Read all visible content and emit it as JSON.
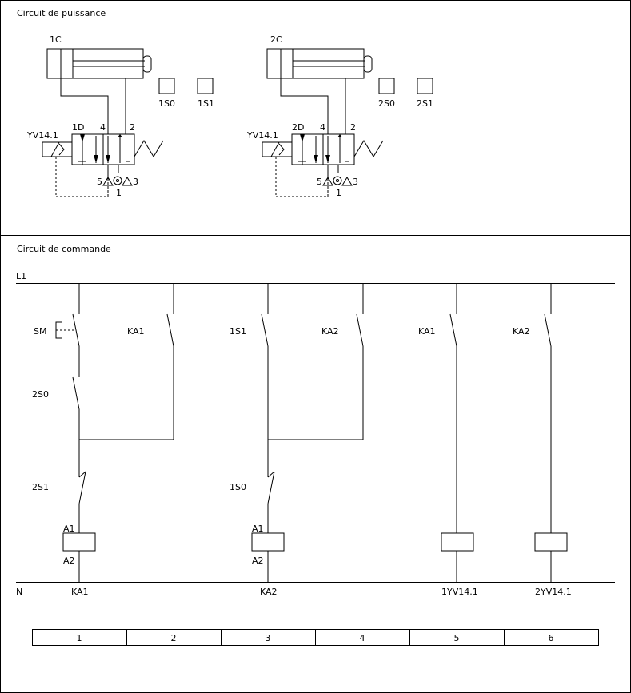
{
  "power_circuit": {
    "title": "Circuit de puissance",
    "cylinders": [
      {
        "id": "1C",
        "sensor_retracted": "1S0",
        "sensor_extended": "1S1",
        "solenoid": "YV14.1",
        "port_a": "1D",
        "port_b": "4",
        "port_c": "2",
        "exhaust_left": "5",
        "exhaust_right": "3",
        "supply": "1"
      },
      {
        "id": "2C",
        "sensor_retracted": "2S0",
        "sensor_extended": "2S1",
        "solenoid": "YV14.1",
        "port_a": "2D",
        "port_b": "4",
        "port_c": "2",
        "exhaust_left": "5",
        "exhaust_right": "3",
        "supply": "1"
      }
    ]
  },
  "control_circuit": {
    "title": "Circuit de commande",
    "rail_top": "L1",
    "rail_bottom": "N",
    "rung1": {
      "start_button": "SM",
      "hold_contact": "KA1",
      "sensor_no": "2S0",
      "sensor_nc": "2S1",
      "coil_top": "A1",
      "coil_bottom": "A2",
      "coil": "KA1"
    },
    "rung3": {
      "start_contact": "1S1",
      "hold_contact": "KA2",
      "sensor_nc": "1S0",
      "coil_top": "A1",
      "coil_bottom": "A2",
      "coil": "KA2"
    },
    "rung5": {
      "contact": "KA1",
      "coil": "1YV14.1"
    },
    "rung6": {
      "contact": "KA2",
      "coil": "2YV14.1"
    }
  },
  "column_index": [
    "1",
    "2",
    "3",
    "4",
    "5",
    "6"
  ]
}
